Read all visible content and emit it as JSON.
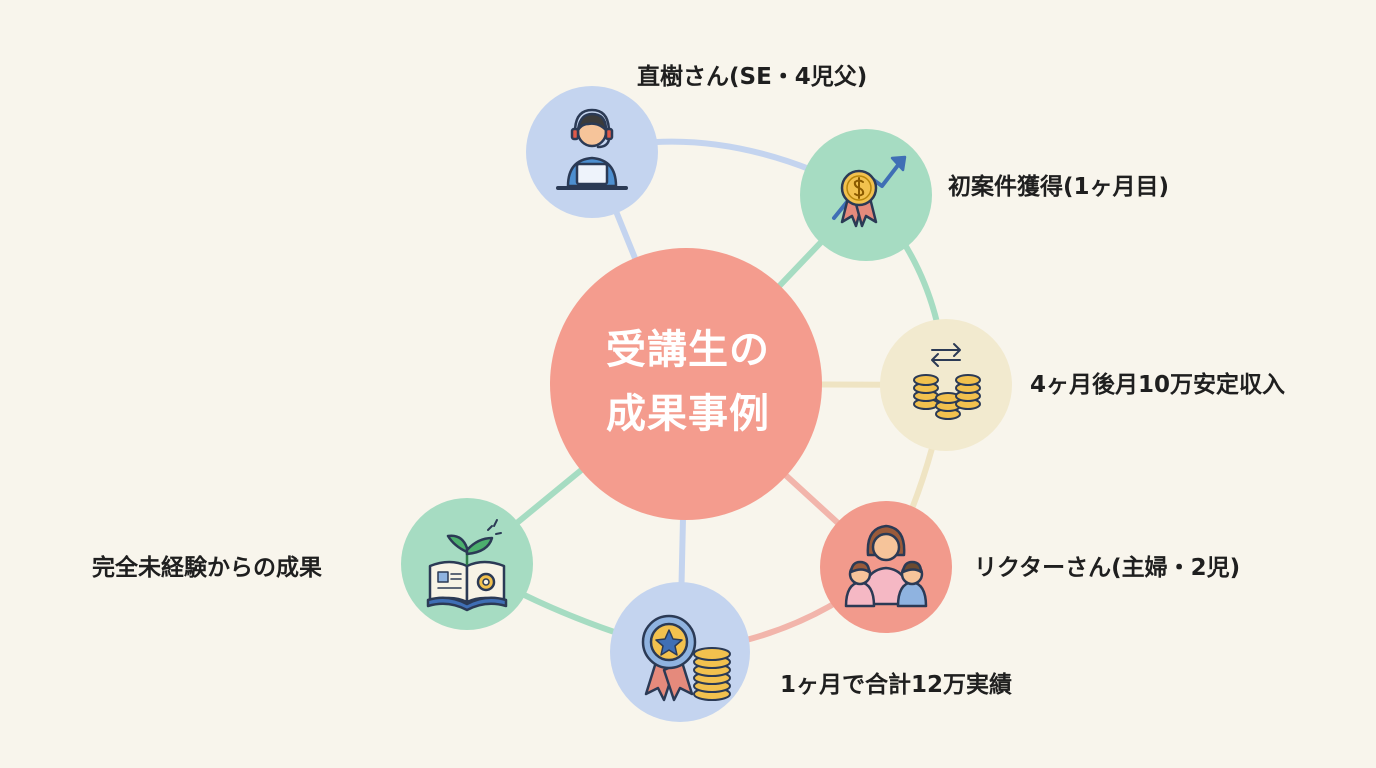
{
  "center": {
    "line1": "受講生の",
    "line2": "成果事例"
  },
  "nodes": [
    {
      "id": "naoki",
      "label": "直樹さん(SE・4児父)",
      "icon": "headset-laptop-person-icon",
      "fill": "#c4d4ef"
    },
    {
      "id": "first-job",
      "label": "初案件獲得(1ヶ月目)",
      "icon": "coin-medal-growth-arrow-icon",
      "fill": "#a6dcc2"
    },
    {
      "id": "stable-income",
      "label": "4ヶ月後月10万安定収入",
      "icon": "coin-stacks-exchange-icon",
      "fill": "#f2eacf"
    },
    {
      "id": "rikuta",
      "label": "リクターさん(主婦・2児)",
      "icon": "mother-children-icon",
      "fill": "#f29a8c"
    },
    {
      "id": "total-12man",
      "label": "1ヶ月で合計12万実績",
      "icon": "award-ribbon-coins-icon",
      "fill": "#c4d4ef"
    },
    {
      "id": "no-experience",
      "label": "完全未経験からの成果",
      "icon": "open-book-sprout-gear-icon",
      "fill": "#a6dcc2"
    }
  ],
  "colors": {
    "background": "#f8f5ec",
    "center": "#f49c8e",
    "ring_blue": "#c4d4ef",
    "ring_green": "#a6dcc2",
    "ring_beige": "#efe4c3",
    "ring_pink": "#f2b5ab"
  }
}
